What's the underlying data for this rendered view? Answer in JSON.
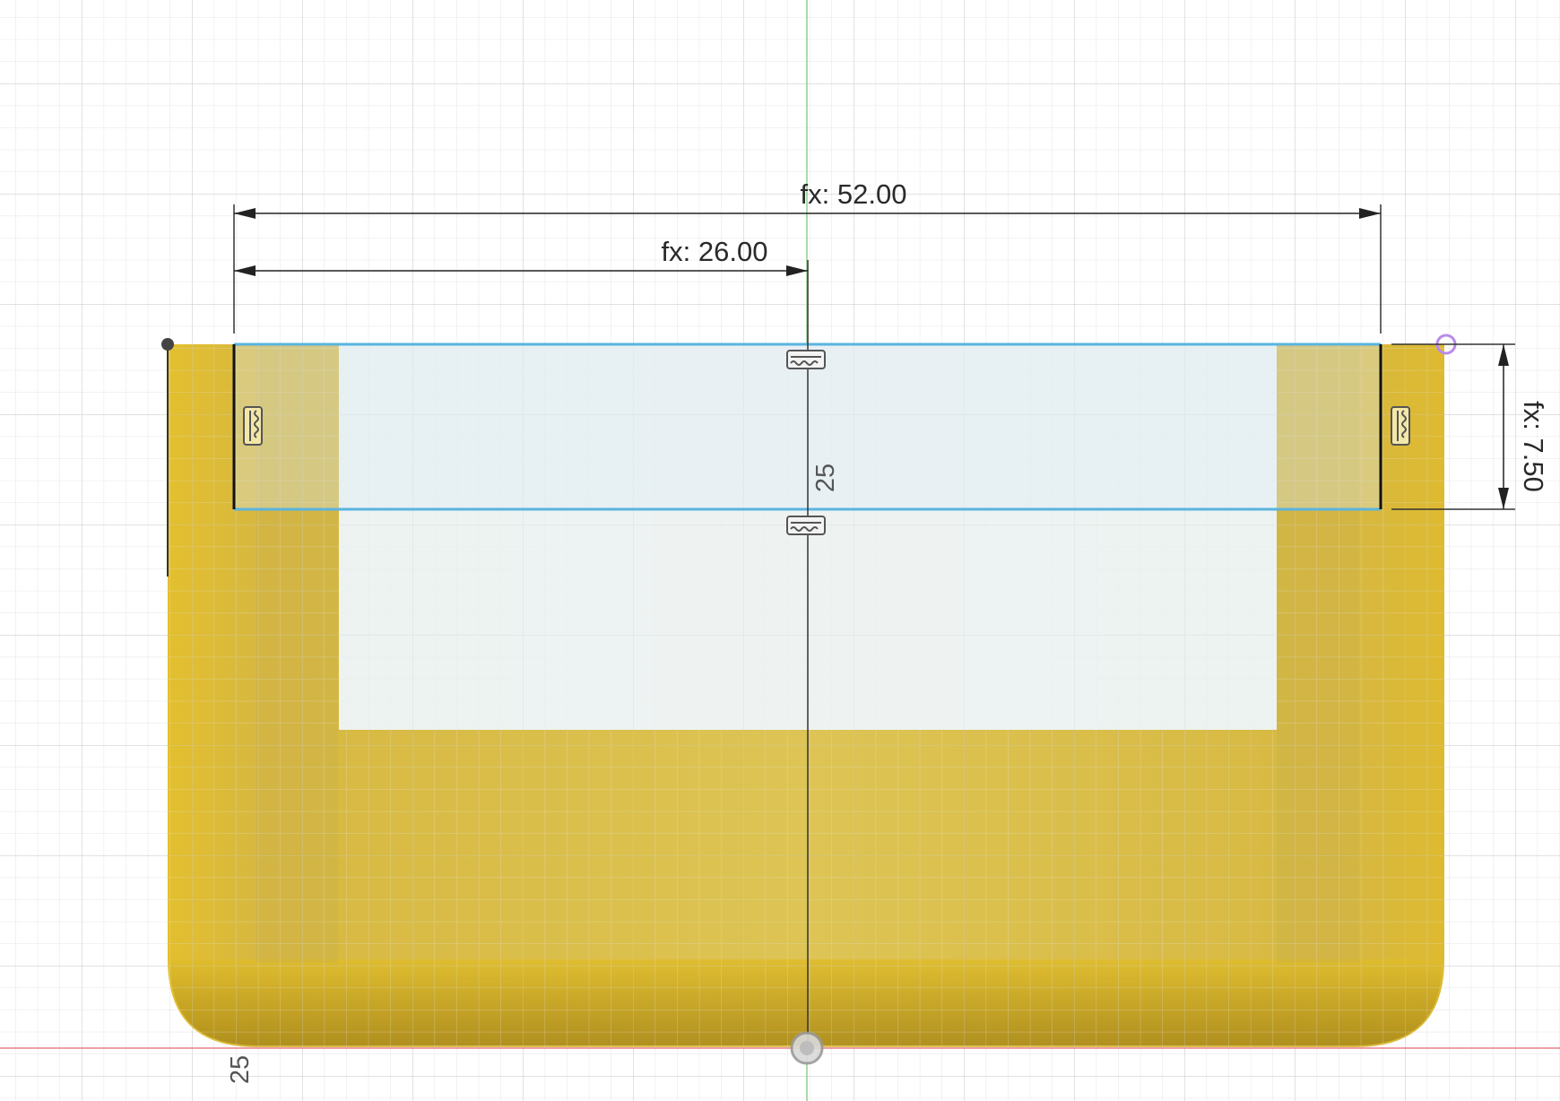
{
  "viewport": {
    "background": "#ffffff",
    "grid_minor_color": "#e6e6e6",
    "grid_major_color": "#cfcfcf",
    "origin_x_axis_color": "#e8808a",
    "origin_y_axis_color": "#8fd08f"
  },
  "body": {
    "color": "#dcbb2e",
    "shade_color": "#b9941a",
    "pocket_color": "#eef6fb"
  },
  "sketch": {
    "profile_line_color": "#5ab4e0",
    "constraint_line_color": "#222222",
    "point_color": "#444444",
    "selected_point_color": "#b88be8"
  },
  "dimensions": {
    "overall_width": "fx: 52.00",
    "half_width": "fx: 26.00",
    "depth": "fx: 7.50"
  },
  "grid_labels": {
    "center_label": "25",
    "bottom_label": "25"
  },
  "icons": {
    "constraint": "horizontal-vertical-constraint-icon",
    "origin": "origin-point-icon"
  }
}
